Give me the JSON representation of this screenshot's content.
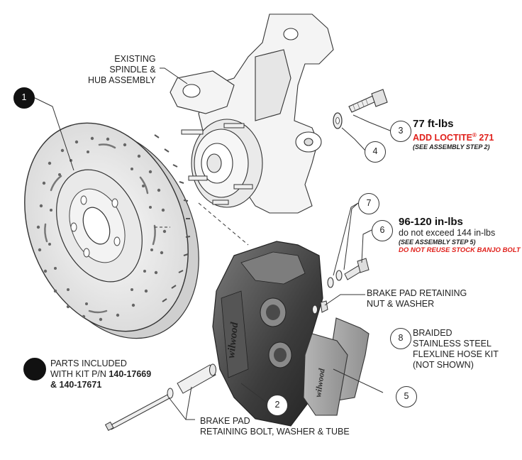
{
  "labels": {
    "spindle": [
      "EXISTING",
      "SPINDLE &",
      "HUB ASSEMBLY"
    ],
    "retaining_nut": [
      "BRAKE PAD RETAINING",
      "NUT & WASHER"
    ],
    "flexline": [
      "BRAIDED",
      "STAINLESS STEEL",
      "FLEXLINE HOSE KIT",
      "(NOT SHOWN)"
    ],
    "parts_included": [
      "PARTS INCLUDED",
      "WITH KIT P/N",
      "140-17669",
      "& 140-17671"
    ],
    "retaining_bolt": [
      "BRAKE PAD",
      "RETAINING BOLT, WASHER & TUBE"
    ]
  },
  "specs": {
    "item3": {
      "torque": "77 ft-lbs",
      "add_loctite": "ADD LOCTITE",
      "registered": "®",
      "loctite_number": "271",
      "note": "(SEE ASSEMBLY STEP 2)"
    },
    "item6": {
      "torque": "96-120 in-lbs",
      "limit": "do not exceed 144 in-lbs",
      "note": "(SEE ASSEMBLY STEP 5)",
      "warning": "DO NOT REUSE STOCK BANJO BOLT"
    }
  },
  "callouts": {
    "c1": "1",
    "c2": "2",
    "c3": "3",
    "c4": "4",
    "c5": "5",
    "c6": "6",
    "c7": "7",
    "c8": "8"
  },
  "brand_text": "wilwood",
  "colors": {
    "line": "#333333",
    "shade": "#9a9a9a",
    "dark": "#3a3a3a",
    "warning": "#e0201b"
  }
}
